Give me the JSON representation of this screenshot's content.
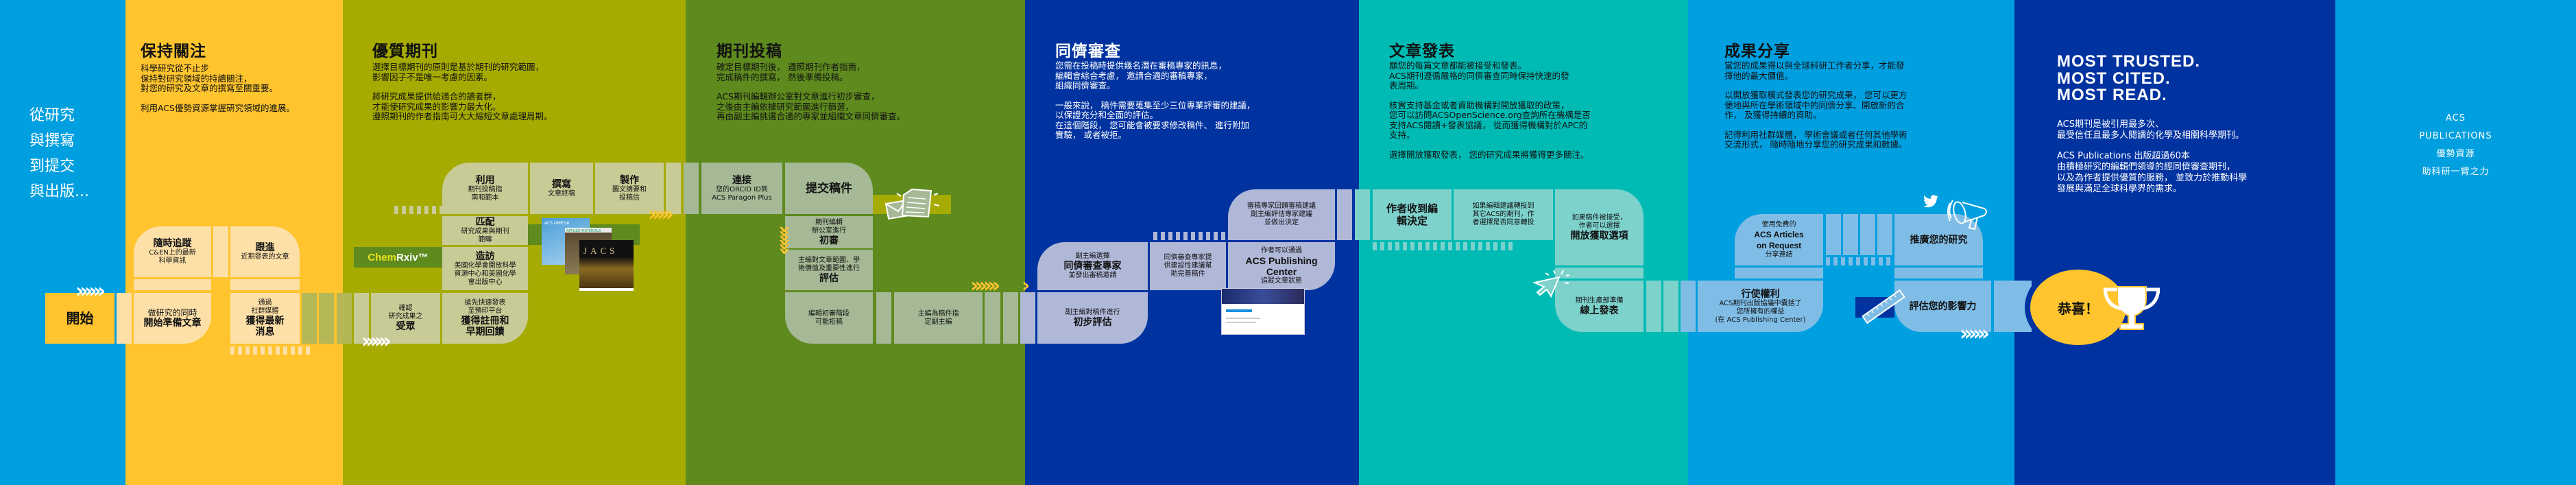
{
  "colors": {
    "intro_blue": "#009fdf",
    "yellow": "#ffc42e",
    "olive": "#a5ab00",
    "green": "#5e8a1e",
    "navy": "#0033a0",
    "teal": "#00bbb4",
    "sky": "#009fdf"
  },
  "intro": {
    "lines": [
      "從研究",
      "與撰寫",
      "到提交",
      "與出版..."
    ]
  },
  "sections": {
    "follow": {
      "title": "保持關注",
      "paragraphs": [
        "科學研究從不止步\n保持對研究領域的持續關注，\n對您的研究及文章的撰寫至關重要。",
        "利用ACS優勢資源掌握研究領域的進展。"
      ]
    },
    "journal": {
      "title": "優質期刊",
      "paragraphs": [
        "選擇目標期刊的原則是基於期刊的研究範圍，\n影響因子不是唯一考慮的因素。",
        "將研究成果提供給適合的讀者群，\n才能使研究成果的影響力最大化。\n遵照期刊的作者指南可大大縮短文章處理周期。"
      ]
    },
    "submit": {
      "title": "期刊投稿",
      "paragraphs": [
        "確定目標期刊後， 遵照期刊作者指南，\n完成稿件的撰寫， 然後準備投稿。",
        "ACS期刊編輯辦公室對文章進行初步審查，\n之後由主編依據研究範圍進行篩選，\n再由副主編挑選合適的專家並組織文章同儕審查。"
      ]
    },
    "review": {
      "title": "同儕審查",
      "paragraphs": [
        "您需在投稿時提供幾名潛在審稿專家的訊息，\n編輯會綜合考慮， 邀請合適的審稿專家，\n組織同儕審查。",
        "一般來說， 稿件需要蒐集至少三位專業評審的建議，\n以保證充分和全面的評估。\n在這個階段， 您可能會被要求修改稿件、 進行附加\n實驗， 或者被拒。"
      ]
    },
    "publish": {
      "title": "文章發表",
      "paragraphs": [
        "願您的每篇文章都能被接受和發表。\nACS期刊遵循嚴格的同儕審查同時保持快速的發\n表周期。",
        "核實支持基金或者資助機構對開放獲取的政策，\n您可以訪問ACSOpenScience.org查詢所在機構是否\n支持ACS閱讀+發表協議， 從而獲得機構對於APC的\n支持。",
        "選擇開放獲取發表， 您的研究成果將獲得更多關注。"
      ]
    },
    "share": {
      "title": "成果分享",
      "paragraphs": [
        "當您的成果得以與全球科研工作者分享，才能發\n揮他的最大價值。",
        "以開放獲取模式發表您的研究成果， 您可以更方\n便地與所在學術領域中的同儕分享、開啟新的合\n作， 及獲得持續的資助。",
        "記得利用社群媒體， 學術會議或者任何其他學術\n交流形式， 隨時隨地分享您的研究成果和數據。"
      ]
    },
    "most": {
      "title": "MOST TRUSTED.\nMOST CITED.\nMOST READ.",
      "paragraphs": [
        "ACS期刊是被引用最多次、\n最受信任且最多人閱讀的化學及相關科學期刊。",
        "ACS Publications 出版超過60本\n由積極研究的編輯們領導的經同儕審查期刊，\n以及為作者提供優質的服務， 並致力於推動科學\n發展與滿足全球科學界的需求。"
      ]
    },
    "brand": {
      "line1": "ACS",
      "line2": "PUBLICATIONS",
      "line3": "優勢資源",
      "line4": "助科研一臂之力"
    }
  },
  "board": {
    "start": "開始",
    "track": {
      "b": "隨時追蹤",
      "s": "C&EN上的最新\n科學資訊"
    },
    "followup": {
      "b": "跟進",
      "s": "近期發表的文章"
    },
    "prepare": {
      "s": "做研究的同時",
      "b": "開始準備文章"
    },
    "social": {
      "s": "通過\n社群媒體",
      "b": "獲得最新\n消息"
    },
    "audience": {
      "s": "確認\n研究成果之",
      "b": "受眾"
    },
    "preprint": {
      "s": "搶先快速發表\n至預印平台",
      "b": "獲得註冊和\n早期回饋"
    },
    "use": {
      "b": "利用",
      "s": "期刊投稿指\n南和範本"
    },
    "match": {
      "b": "匹配",
      "s": "研究成果與期刊\n範疇"
    },
    "visit": {
      "b": "造訪",
      "s": "美國化學會開放科學\n資源中心和美國化學\n會出版中心"
    },
    "write": {
      "b": "撰寫",
      "s": "文章終稿"
    },
    "produce": {
      "b": "製作",
      "s": "圖文摘要和\n投稿信"
    },
    "chemrxiv": {
      "chem": "Chem",
      "rxiv": "Rxiv™"
    },
    "journals": [
      "ACS OMEGA",
      "APPLIED MATERIALS",
      "JACS"
    ],
    "connect": {
      "b": "連接",
      "s": "您的ORCID ID到\nACS Paragon Plus"
    },
    "submit": {
      "b": "提交稿件"
    },
    "initial": {
      "s": "期刊編輯\n辦公室進行",
      "b": "初審"
    },
    "assess": {
      "s": "主編對文章範圍、學\n術價值及重要性進行",
      "b": "評估"
    },
    "reject": {
      "s": "編輯初審階段\n可能拒稿"
    },
    "assign": {
      "s": "主編為稿件指\n定副主編"
    },
    "prelim": {
      "s": "副主編對稿件進行",
      "b": "初步評估"
    },
    "reviewers": {
      "s": "副主編選擇",
      "b": "同儕審查專家",
      "s2": "並發出審稿邀請"
    },
    "suggest": {
      "s": "同儕審查專家提\n供建設性建議幫\n助完善稿件"
    },
    "decide": {
      "s": "審稿專家回饋審稿建議\n副主編評估專家建議\n並做出決定"
    },
    "pubcenter": {
      "s": "作者可以通過",
      "b": "ACS Publishing\nCenter",
      "s2": "追蹤文章狀態"
    },
    "decision": {
      "b": "作者收到編\n輯決定"
    },
    "transfer": {
      "s": "如果編輯建議轉投到\n其它ACS的期刊，作\n者選擇是否同意轉投"
    },
    "oa": {
      "s": "如果稿件被接受，\n作者可以選擇",
      "b": "開放獲取選項"
    },
    "online": {
      "s": "期刊生產部準備",
      "b": "線上發表"
    },
    "rights": {
      "b": "行使權利",
      "s": "ACS期刊出版協議中囊括了\n您所擁有的權益\n(在 ACS Publishing Center)"
    },
    "aor": {
      "s": "使用免費的",
      "b": "ACS Articles\non Request",
      "s2": "分享連結"
    },
    "promote": {
      "b": "推廣您的研究"
    },
    "impact": {
      "b": "評估您的影響力"
    },
    "congrats": "恭喜！"
  }
}
